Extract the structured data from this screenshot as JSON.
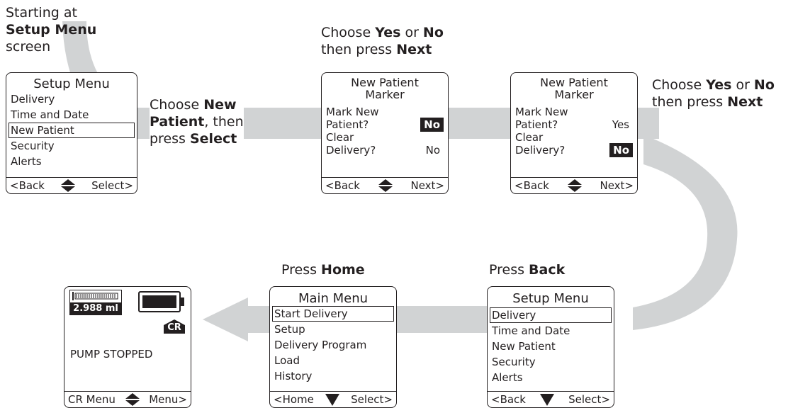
{
  "captions": {
    "start": {
      "l1": "Starting at",
      "l2": "Setup Menu",
      "l3": "screen"
    },
    "choose_new_patient": {
      "a": "Choose ",
      "b": "New",
      "c": "Patient",
      "d": ", then",
      "e": "press ",
      "f": "Select"
    },
    "choose_yes_no_1": {
      "a": "Choose ",
      "b": "Yes",
      "c": " or ",
      "d": "No",
      "e": "then press ",
      "f": "Next"
    },
    "choose_yes_no_2": {
      "a": "Choose ",
      "b": "Yes",
      "c": " or ",
      "d": "No",
      "e": "then press ",
      "f": "Next"
    },
    "press_home": {
      "a": "Press ",
      "b": "Home"
    },
    "press_back": {
      "a": "Press ",
      "b": "Back"
    }
  },
  "screens": {
    "setup1": {
      "title": "Setup Menu",
      "items": [
        "Delivery",
        "Time and Date",
        "New Patient",
        "Security",
        "Alerts"
      ],
      "selected_index": 2,
      "left_key": "<Back",
      "right_key": "Select>"
    },
    "np1": {
      "title_l1": "New Patient",
      "title_l2": "Marker",
      "r1": "Mark New",
      "r2": "Patient?",
      "r2_val": "No",
      "r3": "Clear",
      "r4": "Delivery?",
      "r4_val": "No",
      "left_key": "<Back",
      "right_key": "Next>"
    },
    "np2": {
      "title_l1": "New Patient",
      "title_l2": "Marker",
      "r1": "Mark New",
      "r2": "Patient?",
      "r2_val": "Yes",
      "r3": "Clear",
      "r4": "Delivery?",
      "r4_val": "No",
      "left_key": "<Back",
      "right_key": "Next>"
    },
    "setup2": {
      "title": "Setup Menu",
      "items": [
        "Delivery",
        "Time and Date",
        "New Patient",
        "Security",
        "Alerts"
      ],
      "selected_index": 0,
      "left_key": "<Back",
      "right_key": "Select>"
    },
    "main": {
      "title": "Main Menu",
      "items": [
        "Start Delivery",
        "Setup",
        "Delivery Program",
        "Load",
        "History"
      ],
      "selected_index": 0,
      "left_key": "<Home",
      "right_key": "Select>"
    },
    "status": {
      "volume": "2.988 ml",
      "badge": "CR",
      "message": "PUMP STOPPED",
      "left_key": "CR Menu",
      "right_key": "Menu>"
    }
  },
  "colors": {
    "arrow": "#d1d3d4",
    "ink": "#231f20"
  }
}
